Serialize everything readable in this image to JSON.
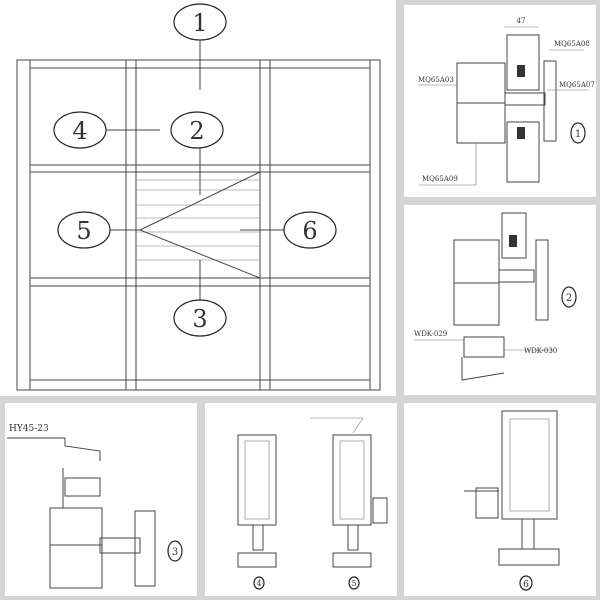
{
  "main_elevation": {
    "callouts": [
      "1",
      "2",
      "3",
      "4",
      "5",
      "6"
    ]
  },
  "detail_1": {
    "dimension": "47",
    "labels": {
      "a08": "MQ65A08",
      "a03": "MQ65A03",
      "a07": "MQ65A07",
      "a09": "MQ65A09"
    },
    "number": "1"
  },
  "detail_2": {
    "labels": {
      "w029": "WDK-029",
      "w030": "WDK-030"
    },
    "number": "2"
  },
  "detail_3": {
    "label": "HY45-23",
    "number": "3"
  },
  "detail_45": {
    "numbers": [
      "4",
      "5"
    ]
  },
  "detail_6": {
    "number": "6"
  }
}
